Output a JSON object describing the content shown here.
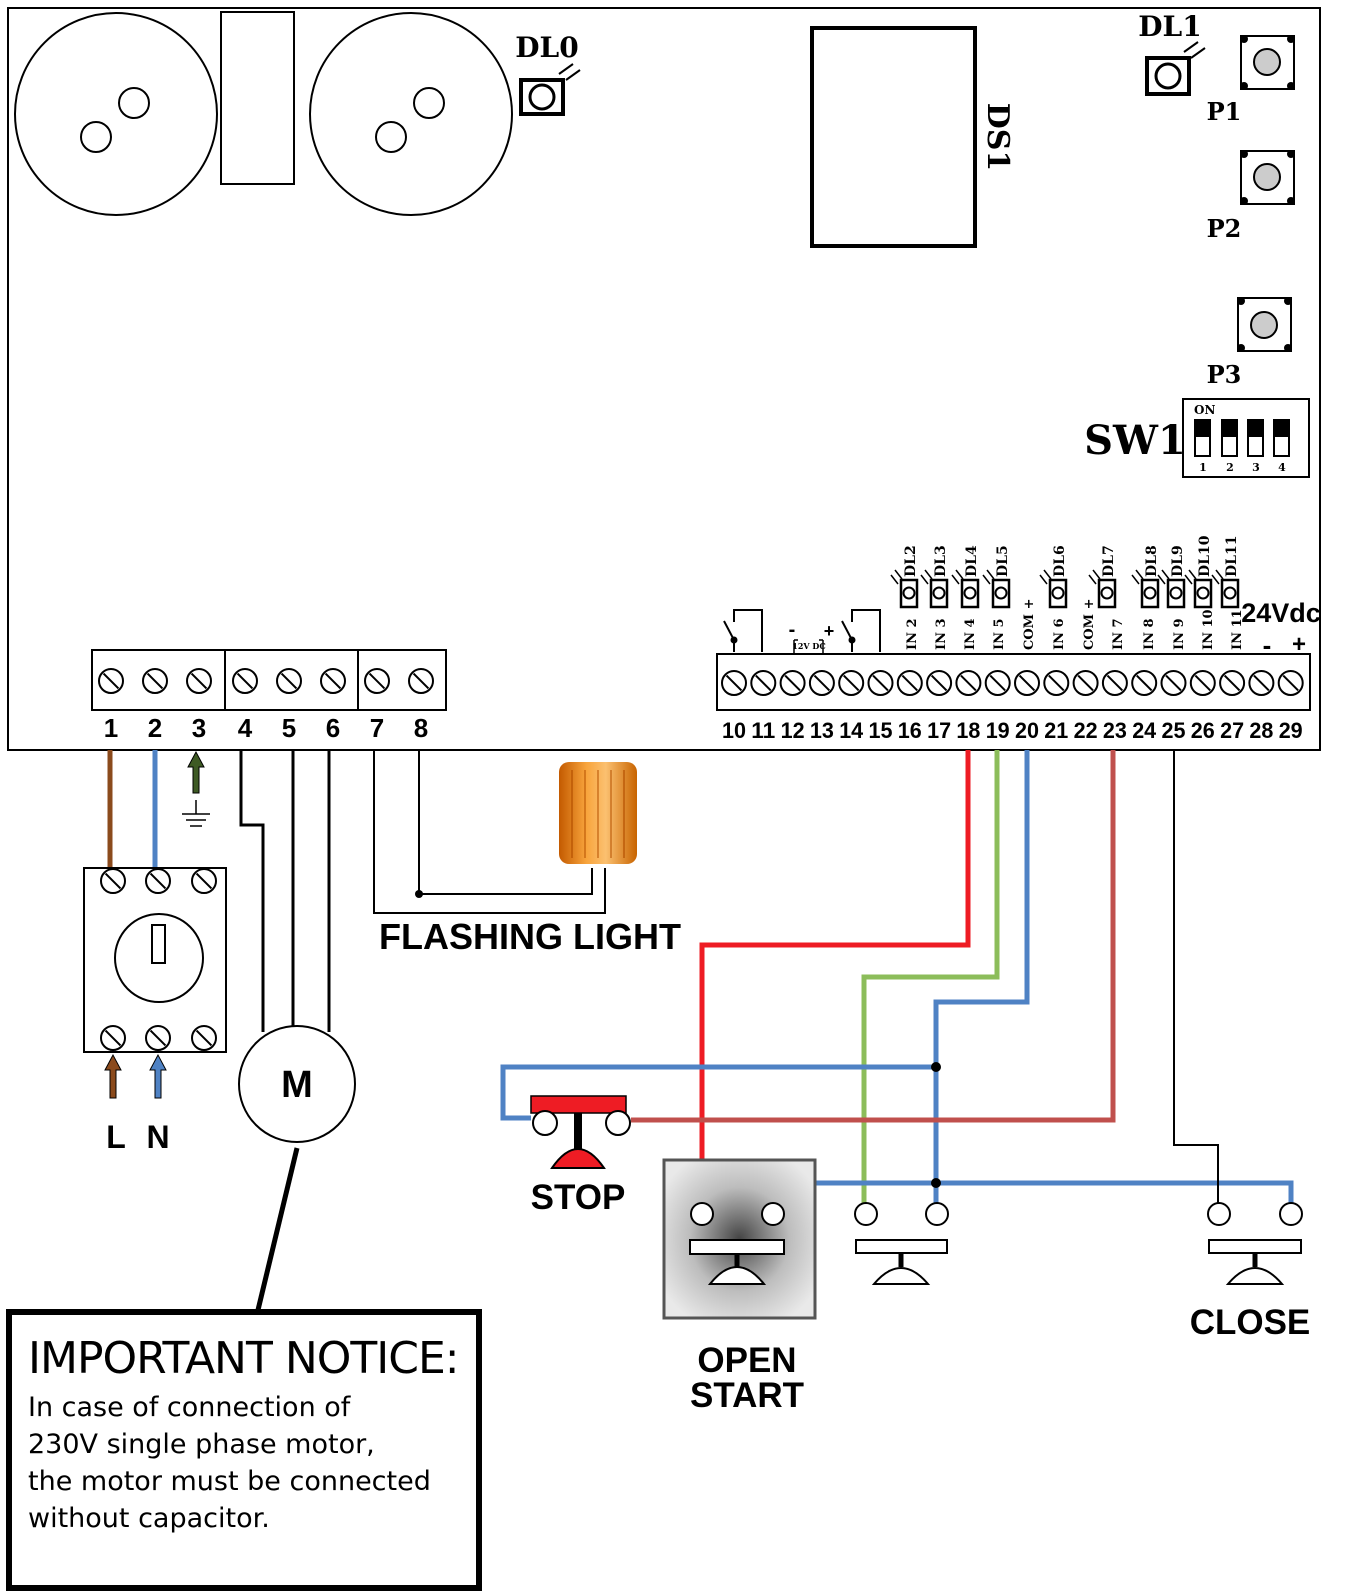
{
  "board": {
    "dl0": "DL0",
    "dl1": "DL1",
    "ds1": "DS1",
    "p1": "P1",
    "p2": "P2",
    "p3": "P3",
    "sw1": "SW1",
    "sw1_on": "ON",
    "sw1_positions": [
      "1",
      "2",
      "3",
      "4"
    ],
    "v12dc": "12V DC",
    "v24dc": "24Vdc",
    "minus": "-",
    "plus": "+"
  },
  "leds": [
    "DL2",
    "DL3",
    "DL4",
    "DL5",
    "DL6",
    "DL7",
    "DL8",
    "DL9",
    "DL10",
    "DL11"
  ],
  "inputs": [
    "IN 2",
    "IN 3",
    "IN 4",
    "IN 5",
    "COM +",
    "IN 6",
    "COM +",
    "IN 7",
    "IN 8",
    "IN 9",
    "IN 10",
    "IN 11"
  ],
  "terminals_left": [
    "1",
    "2",
    "3",
    "4",
    "5",
    "6",
    "7",
    "8"
  ],
  "terminals_right": [
    "10",
    "11",
    "12",
    "13",
    "14",
    "15",
    "16",
    "17",
    "18",
    "19",
    "20",
    "21",
    "22",
    "23",
    "24",
    "25",
    "26",
    "27",
    "28",
    "29"
  ],
  "labels": {
    "flashing_light": "FLASHING LIGHT",
    "motor": "M",
    "l": "L",
    "n": "N",
    "stop": "STOP",
    "open_start_1": "OPEN",
    "open_start_2": "START",
    "close": "CLOSE"
  },
  "notice": {
    "title": "IMPORTANT NOTICE:",
    "lines": [
      "In case of connection of",
      "230V single phase motor,",
      "the motor must be connected",
      "without capacitor."
    ]
  },
  "colors": {
    "brown": "#8b4a1c",
    "blue": "#4f82c4",
    "red": "#ee1c24",
    "green": "#8cbd5a",
    "dark_red": "#c0504d",
    "ground": "#3e5a24"
  }
}
